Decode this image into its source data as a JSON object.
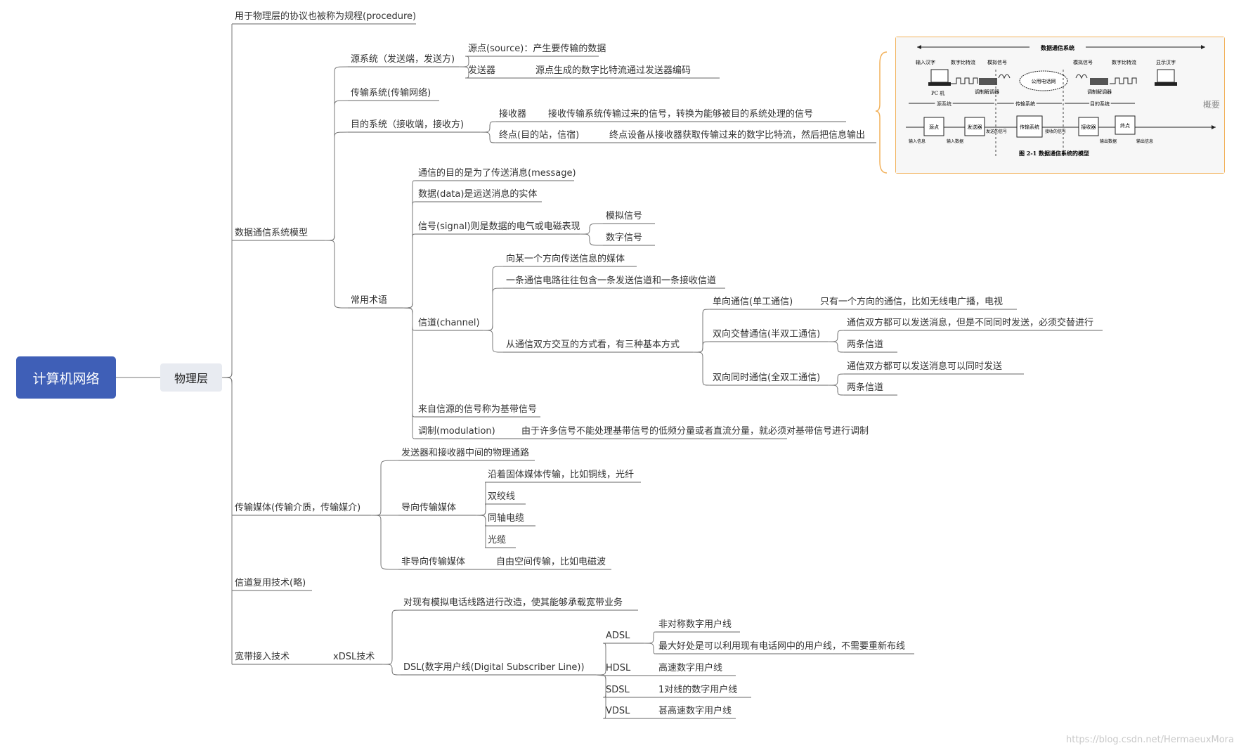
{
  "root": {
    "label": "计算机网络"
  },
  "sub": {
    "label": "物理层"
  },
  "nodes": [
    {
      "id": "procedure",
      "text": "用于物理层的协议也被称为规程(procedure)"
    },
    {
      "id": "model",
      "text": "数据通信系统模型"
    },
    {
      "id": "src_sys",
      "text": "源系统（发送端，发送方)"
    },
    {
      "id": "source",
      "text": "源点(source)：产生要传输的数据"
    },
    {
      "id": "sender",
      "text": "发送器"
    },
    {
      "id": "sender_desc",
      "text": "源点生成的数字比特流通过发送器编码"
    },
    {
      "id": "trans_sys",
      "text": "传输系统(传输网络)"
    },
    {
      "id": "dst_sys",
      "text": "目的系统（接收端，接收方)"
    },
    {
      "id": "receiver",
      "text": "接收器"
    },
    {
      "id": "receiver_desc",
      "text": "接收传输系统传输过来的信号，转换为能够被目的系统处理的信号"
    },
    {
      "id": "terminal",
      "text": "终点(目的站，信宿)"
    },
    {
      "id": "terminal_desc",
      "text": "终点设备从接收器获取传输过来的数字比特流，然后把信息输出"
    },
    {
      "id": "terms",
      "text": "常用术语"
    },
    {
      "id": "t_purpose",
      "text": "通信的目的是为了传送消息(message)"
    },
    {
      "id": "t_data",
      "text": "数据(data)是运送消息的实体"
    },
    {
      "id": "t_signal",
      "text": "信号(signal)则是数据的电气或电磁表现"
    },
    {
      "id": "analog",
      "text": "模拟信号"
    },
    {
      "id": "digital",
      "text": "数字信号"
    },
    {
      "id": "channel",
      "text": "信道(channel)"
    },
    {
      "id": "ch1",
      "text": "向某一个方向传送信息的媒体"
    },
    {
      "id": "ch2",
      "text": "一条通信电路往往包含一条发送信道和一条接收信道"
    },
    {
      "id": "ch3",
      "text": "从通信双方交互的方式看，有三种基本方式"
    },
    {
      "id": "simplex",
      "text": "单向通信(单工通信)"
    },
    {
      "id": "simplex_d",
      "text": "只有一个方向的通信，比如无线电广播，电视"
    },
    {
      "id": "half",
      "text": "双向交替通信(半双工通信)"
    },
    {
      "id": "half_d1",
      "text": "通信双方都可以发送消息，但是不同同时发送，必须交替进行"
    },
    {
      "id": "half_d2",
      "text": "两条信道"
    },
    {
      "id": "full",
      "text": "双向同时通信(全双工通信)"
    },
    {
      "id": "full_d1",
      "text": "通信双方都可以发送消息可以同时发送"
    },
    {
      "id": "full_d2",
      "text": "两条信道"
    },
    {
      "id": "baseband",
      "text": "来自信源的信号称为基带信号"
    },
    {
      "id": "modulation",
      "text": "调制(modulation)"
    },
    {
      "id": "modulation_d",
      "text": "由于许多信号不能处理基带信号的低频分量或者直流分量，就必须对基带信号进行调制"
    },
    {
      "id": "media",
      "text": "传输媒体(传输介质，传输媒介)"
    },
    {
      "id": "m_path",
      "text": "发送器和接收器中间的物理通路"
    },
    {
      "id": "guided",
      "text": "导向传输媒体"
    },
    {
      "id": "g1",
      "text": "沿着固体媒体传输，比如铜线，光纤"
    },
    {
      "id": "g2",
      "text": "双绞线"
    },
    {
      "id": "g3",
      "text": "同轴电缆"
    },
    {
      "id": "g4",
      "text": "光缆"
    },
    {
      "id": "unguided",
      "text": "非导向传输媒体"
    },
    {
      "id": "unguided_d",
      "text": "自由空间传输，比如电磁波"
    },
    {
      "id": "mux",
      "text": "信道复用技术(略)"
    },
    {
      "id": "broadband",
      "text": "宽带接入技术"
    },
    {
      "id": "xdsl",
      "text": "xDSL技术"
    },
    {
      "id": "x1",
      "text": "对现有模拟电话线路进行改造，使其能够承载宽带业务"
    },
    {
      "id": "dsl",
      "text": "DSL(数字用户线(Digital Subscriber Line))"
    },
    {
      "id": "adsl",
      "text": "ADSL"
    },
    {
      "id": "adsl1",
      "text": "非对称数字用户线"
    },
    {
      "id": "adsl2",
      "text": "最大好处是可以利用现有电话网中的用户线，不需要重新布线"
    },
    {
      "id": "hdsl",
      "text": "HDSL"
    },
    {
      "id": "hdsl_d",
      "text": "高速数字用户线"
    },
    {
      "id": "sdsl",
      "text": "SDSL"
    },
    {
      "id": "sdsl_d",
      "text": "1对线的数字用户线"
    },
    {
      "id": "vdsl",
      "text": "VDSL"
    },
    {
      "id": "vdsl_d",
      "text": "甚高速数字用户线"
    }
  ],
  "figure": {
    "top": "数据通信系统",
    "input_char": "输入汉字",
    "bits1": "数字比特流",
    "analog1": "模拟信号",
    "analog2": "模拟信号",
    "bits2": "数字比特流",
    "display": "显示汉字",
    "pc": "PC 机",
    "modem1": "调制解调器",
    "phone_net": "公用电话网",
    "modem2": "调制解调器",
    "src_sys": "源系统",
    "trans_sys": "传输系统",
    "dst_sys": "目的系统",
    "in_info": "输入信息",
    "src": "源点",
    "in_data": "输入数据",
    "sender": "发送器",
    "sent_sig": "发送的信号",
    "trans": "传输系统",
    "recv_sig": "接收的信号",
    "receiver": "接收器",
    "out_data": "输出数据",
    "terminal": "终点",
    "out_info": "输出信息",
    "caption": "图 2-1    数据通信系统的模型"
  },
  "note": "概要",
  "watermark": "https://blog.csdn.net/HermaeuxMora"
}
